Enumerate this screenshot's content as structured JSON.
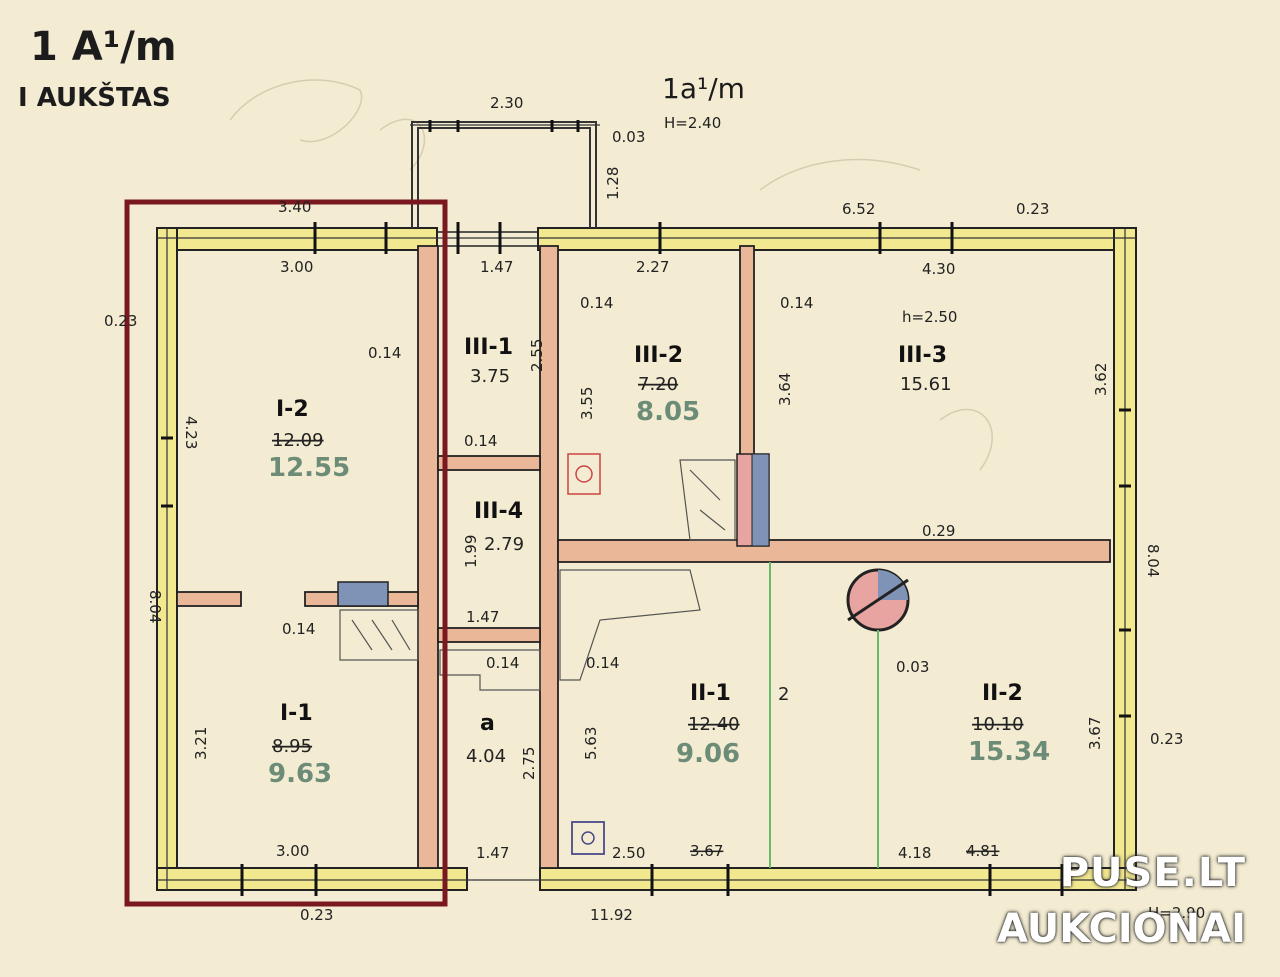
{
  "header": {
    "plan_code": "1 A¹/m",
    "floor_title": "I AUKŠTAS",
    "section_code": "1a¹/m",
    "height_top": "H=2.40"
  },
  "dimensions": {
    "top_overall_left": "3.40",
    "top_left_room": "3.00",
    "porch_width": "2.30",
    "porch_depth": "1.28",
    "porch_wall": "0.03",
    "top_entry": "1.47",
    "top_mid": "2.27",
    "top_right_total": "6.52",
    "top_right_room": "4.30",
    "top_right_wall": "0.23",
    "left_wall": "0.23",
    "left_height_total": "8.04",
    "left_wall_top": "4.23",
    "left_wall_bottom": "3.21",
    "inner_wall_1": "0.14",
    "inner_wall_2": "0.14",
    "inner_wall_3": "0.14",
    "inner_wall_4": "0.14",
    "inner_wall_5": "0.14",
    "inner_wall_6": "0.14",
    "inner_wall_7": "0.14",
    "h_room3": "h=2.50",
    "room3_wall": "0.29",
    "right_wall_top": "3.62",
    "right_total": "8.04",
    "right_wall_bottom": "3.67",
    "right_wall_thick": "0.23",
    "vert_255": "2.55",
    "vert_355": "3.55",
    "vert_364": "3.64",
    "vert_199": "1.99",
    "vert_275": "2.75",
    "vert_563": "5.63",
    "mid_147": "1.47",
    "bottom_left_room": "3.00",
    "bottom_wall": "0.23",
    "bottom_entry": "1.47",
    "bottom_total": "11.92",
    "bottom_250": "2.50",
    "bottom_367": "3.67",
    "bottom_418": "4.18",
    "bottom_481": "4.81",
    "h_bottom": "H=2.90",
    "small_003": "0.03"
  },
  "rooms": [
    {
      "code": "I-2",
      "area_old": "12.09",
      "area_new": "12.55"
    },
    {
      "code": "I-1",
      "area_old": "8.95",
      "area_new": "9.63"
    },
    {
      "code": "III-1",
      "area": "3.75"
    },
    {
      "code": "III-2",
      "area_old": "7.20",
      "area_new": "8.05"
    },
    {
      "code": "III-3",
      "area": "15.61"
    },
    {
      "code": "III-4",
      "area": "2.79"
    },
    {
      "code": "a",
      "area": "4.04"
    },
    {
      "code": "II-1",
      "area_old": "12.40",
      "area_new": "9.06"
    },
    {
      "code": "II-2",
      "area_old": "10.10",
      "area_new": "15.34"
    }
  ],
  "stair_label": "2",
  "watermark": {
    "line1": "PUSE.LT",
    "line2": "AUKCIONAI"
  },
  "colors": {
    "paper": "#f3ecd2",
    "wall_yellow": "#f2e890",
    "wall_orange": "#eab898",
    "highlight": "#7a1820",
    "area_green": "#6c8c78"
  }
}
